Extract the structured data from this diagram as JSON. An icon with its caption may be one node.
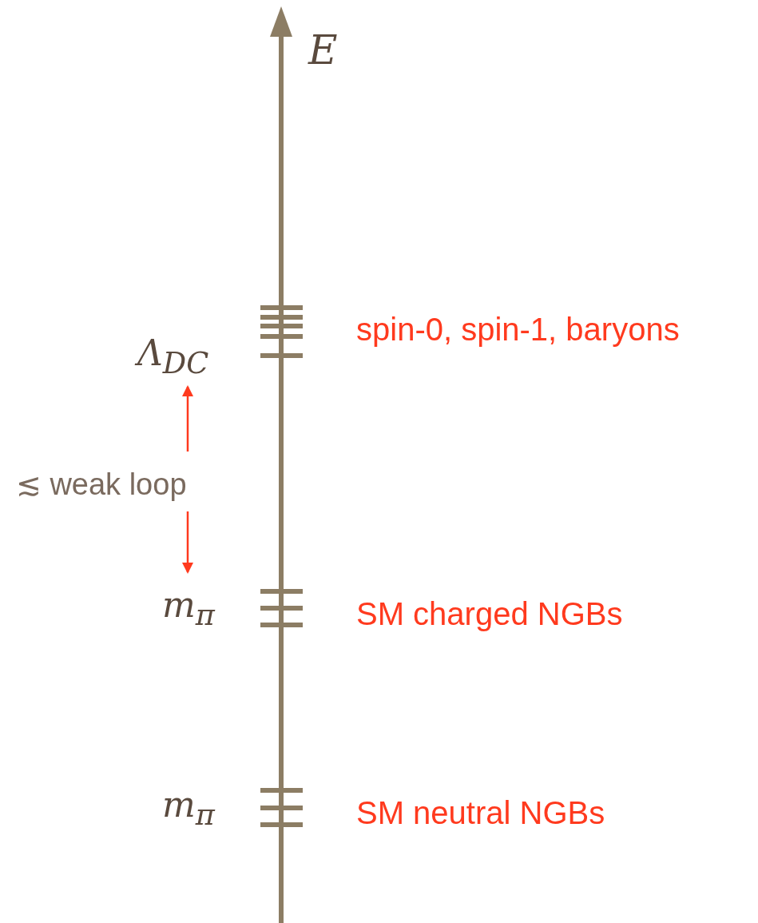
{
  "diagram": {
    "labels": [
      "E",
      "Λ$_{DC}$",
      "spin-0, spin-1, baryons",
      "≲ weak loop",
      "m$_{π}$",
      "SM charged NGBs",
      "m$_{π}$",
      "SM neutral NGBs"
    ]
  }
}
